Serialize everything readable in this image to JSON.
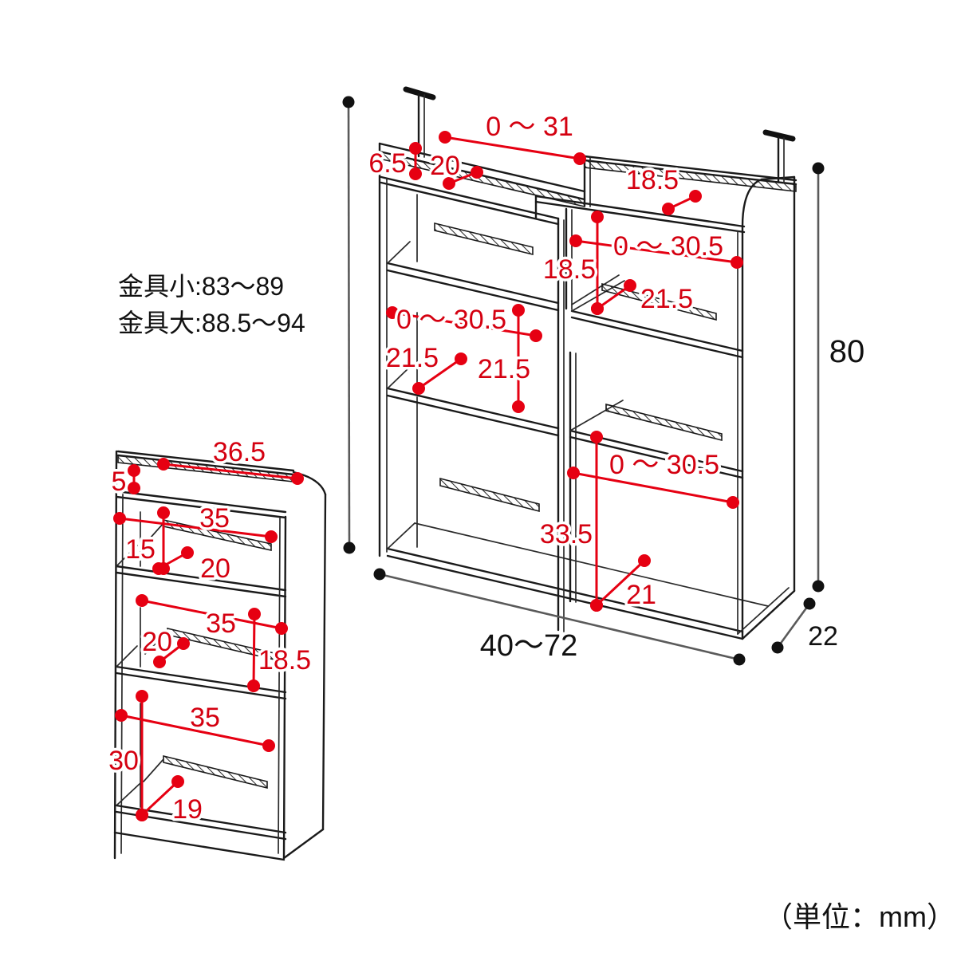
{
  "colors": {
    "dimension_red": "#e60012",
    "structure_black": "#1a1a1a",
    "dimension_gray": "#5a5a5a",
    "background": "#ffffff"
  },
  "notes": {
    "hardware_small": "金具小:83〜89",
    "hardware_large": "金具大:88.5〜94",
    "unit": "（単位：mm）"
  },
  "large_shelf": {
    "labels": {
      "top_slide_range": "0 〜 31",
      "back_lip_height": "6.5",
      "top_shelf_depth": "20",
      "right_top_shelf_depth": "18.5",
      "right_upper_cubby_height": "18.5",
      "right_upper_slide_range": "0 〜 30.5",
      "right_upper_shelf_depth": "21.5",
      "left_middle_slide_range": "0 〜 30.5",
      "left_middle_cubby_height_left": "21.5",
      "left_middle_cubby_height_right": "21.5",
      "bottom_slide_range": "0 〜 30.5",
      "bottom_cubby_height": "33.5",
      "bottom_shelf_depth": "21",
      "overall_width_range": "40〜72",
      "overall_height": "80",
      "overall_depth": "22"
    }
  },
  "small_shelf": {
    "labels": {
      "top_width": "36.5",
      "back_lip_height": "5",
      "tier1_width": "35",
      "tier1_height": "15",
      "tier1_shelf_depth": "20",
      "tier2_width": "35",
      "tier2_shelf_depth": "20",
      "tier2_height": "18.5",
      "tier3_width": "35",
      "tier3_height": "30",
      "tier3_shelf_depth": "19"
    }
  }
}
